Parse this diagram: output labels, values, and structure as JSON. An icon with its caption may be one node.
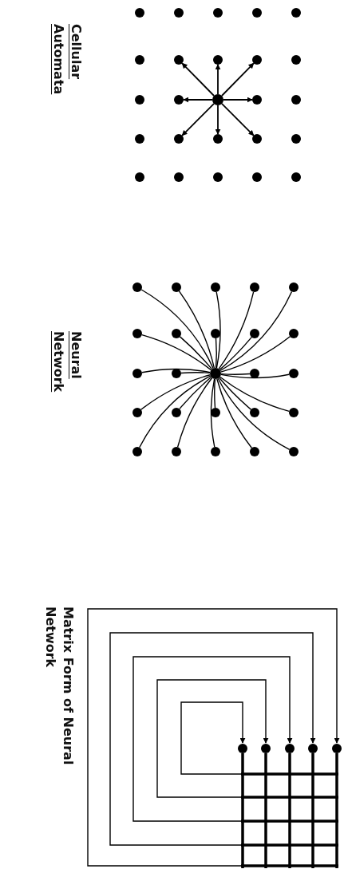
{
  "diagram": {
    "nodes": [
      {
        "text": [],
        "shape": "circle"
      },
      {
        "text": [],
        "shape": "circle"
      },
      {
        "text": [],
        "shape": "circle"
      },
      {
        "text": [],
        "shape": "circle"
      },
      {
        "text": [],
        "shape": "circle"
      },
      {
        "text": [],
        "shape": "circle"
      },
      {
        "text": [],
        "shape": "circle"
      },
      {
        "text": [],
        "shape": "circle"
      },
      {
        "text": [],
        "shape": "circle"
      },
      {
        "text": [],
        "shape": "circle"
      },
      {
        "text": [],
        "shape": "circle"
      },
      {
        "text": [],
        "shape": "circle"
      },
      {
        "text": [],
        "shape": "circle"
      },
      {
        "text": [],
        "shape": "circle"
      },
      {
        "text": [],
        "shape": "circle"
      },
      {
        "text": [],
        "shape": "circle"
      },
      {
        "text": [],
        "shape": "circle"
      },
      {
        "text": [],
        "shape": "circle"
      },
      {
        "text": [],
        "shape": "circle"
      },
      {
        "text": [],
        "shape": "circle"
      },
      {
        "text": [],
        "shape": "circle"
      },
      {
        "text": [],
        "shape": "circle"
      },
      {
        "text": [],
        "shape": "circle"
      },
      {
        "text": [],
        "shape": "circle"
      },
      {
        "text": [],
        "shape": "circle"
      },
      {
        "text": [],
        "shape": "circle"
      },
      {
        "text": [],
        "shape": "circle"
      },
      {
        "text": [],
        "shape": "circle"
      },
      {
        "text": [],
        "shape": "circle"
      },
      {
        "text": [],
        "shape": "circle"
      },
      {
        "text": [],
        "shape": "circle"
      },
      {
        "text": [],
        "shape": "circle"
      },
      {
        "text": [],
        "shape": "circle"
      },
      {
        "text": [],
        "shape": "circle"
      },
      {
        "text": [],
        "shape": "circle"
      },
      {
        "text": [],
        "shape": "circle"
      },
      {
        "text": [],
        "shape": "circle"
      },
      {
        "text": [],
        "shape": "circle"
      },
      {
        "text": [],
        "shape": "circle"
      },
      {
        "text": [],
        "shape": "circle"
      },
      {
        "text": [],
        "shape": "circle"
      },
      {
        "text": [],
        "shape": "circle"
      },
      {
        "text": [],
        "shape": "circle"
      },
      {
        "text": [],
        "shape": "circle"
      },
      {
        "text": [],
        "shape": "circle"
      },
      {
        "text": [],
        "shape": "circle"
      },
      {
        "text": [],
        "shape": "circle"
      },
      {
        "text": [],
        "shape": "circle"
      },
      {
        "text": [],
        "shape": "circle"
      },
      {
        "text": [],
        "shape": "circle"
      },
      {
        "text": [],
        "shape": "circle"
      },
      {
        "text": [],
        "shape": "circle"
      },
      {
        "text": [],
        "shape": "circle"
      },
      {
        "text": [],
        "shape": "circle"
      },
      {
        "text": [],
        "shape": "circle"
      },
      {
        "text": [],
        "shape": "grid"
      }
    ],
    "edges": [
      {
        "from": 12,
        "to": 6,
        "arrow": "to"
      },
      {
        "from": 12,
        "to": 7,
        "arrow": "to"
      },
      {
        "from": 12,
        "to": 8,
        "arrow": "to"
      },
      {
        "from": 12,
        "to": 11,
        "arrow": "to"
      },
      {
        "from": 12,
        "to": 13,
        "arrow": "to"
      },
      {
        "from": 12,
        "to": 16,
        "arrow": "to"
      },
      {
        "from": 12,
        "to": 17,
        "arrow": "to"
      },
      {
        "from": 12,
        "to": 18,
        "arrow": "to"
      },
      {
        "from": 37,
        "to": 25,
        "arrow": "none"
      },
      {
        "from": 37,
        "to": 26,
        "arrow": "none"
      },
      {
        "from": 37,
        "to": 27,
        "arrow": "none"
      },
      {
        "from": 37,
        "to": 28,
        "arrow": "none"
      },
      {
        "from": 37,
        "to": 29,
        "arrow": "none"
      },
      {
        "from": 37,
        "to": 30,
        "arrow": "none"
      },
      {
        "from": 37,
        "to": 31,
        "arrow": "none"
      },
      {
        "from": 37,
        "to": 32,
        "arrow": "none"
      },
      {
        "from": 37,
        "to": 33,
        "arrow": "none"
      },
      {
        "from": 37,
        "to": 34,
        "arrow": "none"
      },
      {
        "from": 37,
        "to": 35,
        "arrow": "none"
      },
      {
        "from": 37,
        "to": 36,
        "arrow": "none"
      },
      {
        "from": 37,
        "to": 38,
        "arrow": "none"
      },
      {
        "from": 37,
        "to": 39,
        "arrow": "none"
      },
      {
        "from": 37,
        "to": 40,
        "arrow": "none"
      },
      {
        "from": 37,
        "to": 41,
        "arrow": "none"
      },
      {
        "from": 37,
        "to": 42,
        "arrow": "none"
      },
      {
        "from": 37,
        "to": 43,
        "arrow": "none"
      },
      {
        "from": 37,
        "to": 44,
        "arrow": "none"
      },
      {
        "from": 37,
        "to": 45,
        "arrow": "none"
      },
      {
        "from": 37,
        "to": 46,
        "arrow": "none"
      },
      {
        "from": 37,
        "to": 47,
        "arrow": "none"
      },
      {
        "from": 37,
        "to": 48,
        "arrow": "none"
      },
      {
        "from": 37,
        "to": 49,
        "arrow": "none"
      },
      {
        "from": 55,
        "to": 50,
        "arrow": "to"
      },
      {
        "from": 55,
        "to": 51,
        "arrow": "to"
      },
      {
        "from": 55,
        "to": 52,
        "arrow": "to"
      },
      {
        "from": 55,
        "to": 53,
        "arrow": "to"
      },
      {
        "from": 55,
        "to": 54,
        "arrow": "to"
      }
    ],
    "labels": [
      "Cellular Automata",
      "Neural Network",
      "Matrix Form of Neural Network"
    ]
  }
}
